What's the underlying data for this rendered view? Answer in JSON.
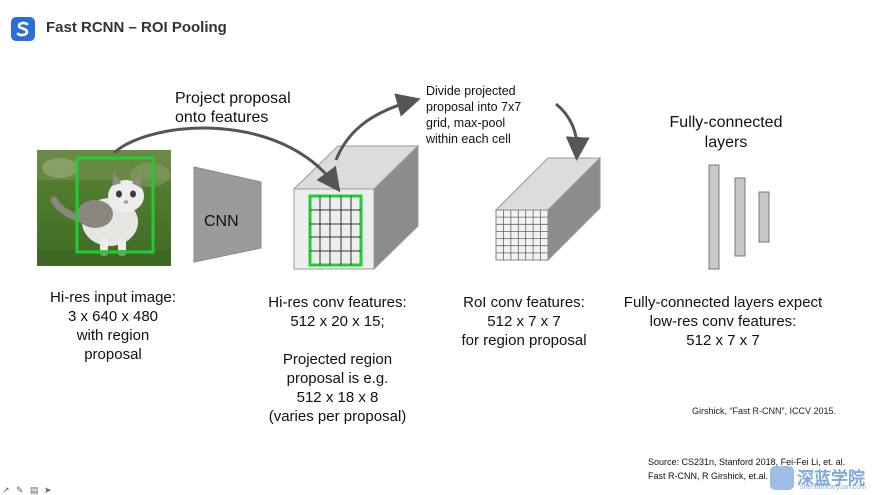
{
  "header": {
    "title": "Fast RCNN – ROI Pooling",
    "logo_icon": "s-logo-icon"
  },
  "colors": {
    "accent": "#2a6fd6",
    "proposal_box": "#22cc33"
  },
  "diagram": {
    "cnn_label": "CNN",
    "project_label": [
      "Project proposal",
      "onto features"
    ],
    "divide_label": [
      "Divide projected",
      "proposal into 7x7",
      "grid, max-pool",
      "within each cell"
    ],
    "fc_title": [
      "Fully-connected",
      "layers"
    ]
  },
  "captions": {
    "input": [
      "Hi-res input image:",
      "3 x 640 x 480",
      "with region",
      "proposal"
    ],
    "conv": [
      "Hi-res conv features:",
      "512 x 20 x 15;",
      "",
      "Projected region",
      "proposal is e.g.",
      "512 x 18 x 8",
      "(varies per proposal)"
    ],
    "roi": [
      "RoI conv features:",
      "512 x 7 x 7",
      "for region proposal"
    ],
    "fc": [
      "Fully-connected layers expect",
      "low-res conv features:",
      "512 x 7 x 7"
    ]
  },
  "citation": "Girshick, “Fast R-CNN”, ICCV 2015.",
  "source": [
    "Source: CS231n, Stanford 2018, Fei-Fei Li, et. al.",
    "Fast R-CNN, R Girshick, et.al."
  ],
  "watermark": {
    "text": "深蓝学院",
    "subtext": "shenlanxueyuan.com"
  },
  "toolbar": [
    "pointer-icon",
    "pen-icon",
    "slides-icon",
    "arrow-icon"
  ]
}
